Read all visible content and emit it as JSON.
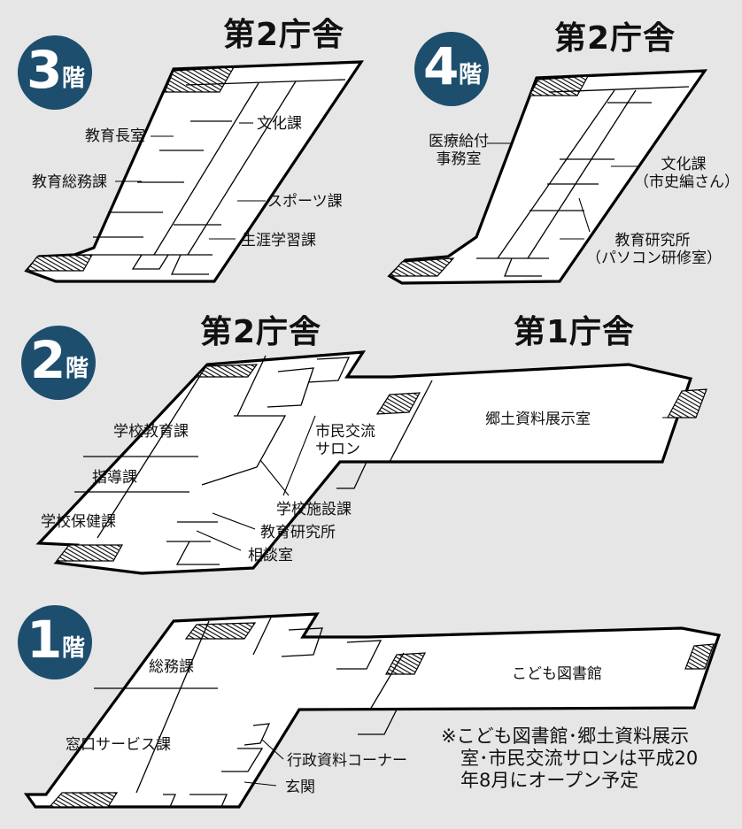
{
  "buildings": {
    "second_top_left": "第2庁舎",
    "second_top_right": "第2庁舎",
    "second_mid": "第2庁舎",
    "first_mid": "第1庁舎"
  },
  "floors": {
    "f3": {
      "number": "3",
      "suffix": "階",
      "rooms": {
        "kyoikuchoushitsu": "教育長室",
        "kyoikusoumuka": "教育総務課",
        "bunkaka": "文化課",
        "sportska": "スポーツ課",
        "shougaigakushuka": "生涯学習課"
      }
    },
    "f4": {
      "number": "4",
      "suffix": "階",
      "rooms": {
        "iryou_line1": "医療給付",
        "iryou_line2": "事務室",
        "bunka_line1": "文化課",
        "bunka_line2": "（市史編さん）",
        "kyoikukenkyu_line1": "教育研究所",
        "kyoikukenkyu_line2": "（パソコン研修室）"
      }
    },
    "f2": {
      "number": "2",
      "suffix": "階",
      "rooms": {
        "gakkoukyouikuka": "学校教育課",
        "shidouka": "指導課",
        "gakkouhokenka": "学校保健課",
        "shimin_line1": "市民交流",
        "shimin_line2": "サロン",
        "kyodoshiryo": "郷土資料展示室",
        "gakkoushisetsuka": "学校施設課",
        "kyoikukenkyusho": "教育研究所",
        "soudanshitsu": "相談室"
      }
    },
    "f1": {
      "number": "1",
      "suffix": "階",
      "rooms": {
        "soumuka": "総務課",
        "madoguchi": "窓口サービス課",
        "kodomotoshokan": "こども図書館",
        "gyouseishiryo": "行政資料コーナー",
        "genkan": "玄関"
      }
    }
  },
  "note": {
    "line1": "※こども図書館･郷土資料展示",
    "line2": "室･市民交流サロンは平成20",
    "line3": "年8月にオープン予定"
  },
  "colors": {
    "badge": "#1d4e6e",
    "background": "#e6e6e6"
  }
}
